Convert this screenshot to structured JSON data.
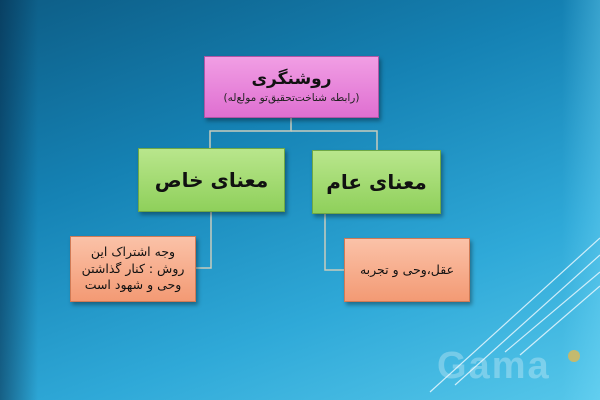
{
  "diagram": {
    "root": {
      "title": "روشنگری",
      "subtitle": "(رابطه شناخت‌تحقیق‌تو مولع‌له)"
    },
    "branches": [
      {
        "label": "معنای خاص",
        "note": "وجه اشتراک این\nروش : کنار گذاشتن\nوحی و شهود است"
      },
      {
        "label": "معنای عام",
        "note": "عقل،وحی و تجربه"
      }
    ],
    "colors": {
      "root": "#e37fd7",
      "branch": "#9ad86a",
      "note": "#f6a985",
      "connector": "#c8ccbd",
      "background": "#1f8ec4"
    }
  },
  "watermark": {
    "text": "Gama"
  }
}
